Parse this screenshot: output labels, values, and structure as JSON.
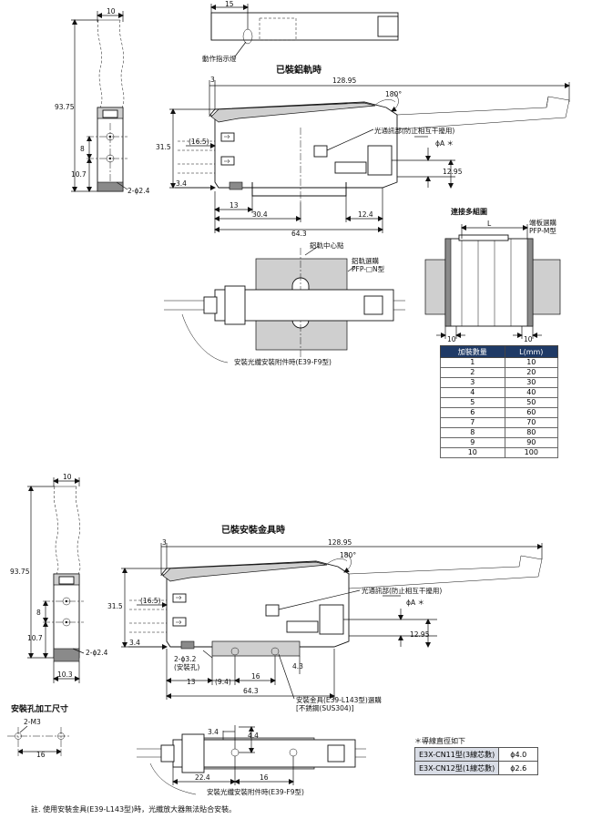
{
  "titles": {
    "rail_mount": "已裝鋁軌時",
    "bracket_mount": "已裝安裝金具時",
    "multi_group": "連接多組圖",
    "hole_machining": "安裝孔加工尺寸"
  },
  "labels": {
    "action_indicator": "動作指示燈",
    "optical_comm_1": "光通訊部(防止相互干擾用)",
    "optical_comm_2": "光通訊部(防止相互干擾用)",
    "phi_a_1": "ϕA ＊",
    "phi_a_2": "ϕA ＊",
    "rail_center": "鋁軌中心點",
    "rail_option": "鋁軌選購",
    "rail_model": "PFP-□N型",
    "end_plate": "端板選購",
    "end_plate_model": "PFP-M型",
    "fiber_fitting_1": "安裝光纖安裝附件時(E39-F9型)",
    "fiber_fitting_2": "安裝光纖安裝附件時(E39-F9型)",
    "mount_holes": "2-ϕ3.2",
    "mount_holes_sub": "(安裝孔)",
    "bracket_option": "安裝金具(E39-L143型)選購",
    "bracket_material": "[不銹鋼(SUS304)]",
    "holes_phi24_1": "2-ϕ2.4",
    "holes_phi24_2": "2-ϕ2.4",
    "m3": "2-M3",
    "angle_1": "180°",
    "angle_2": "180°",
    "l_label": "L"
  },
  "dims": {
    "d10_top": "10",
    "d9375_top": "93.75",
    "d8_top": "8",
    "d107_top": "10.7",
    "d15": "15",
    "d3_top": "3",
    "d12895_top": "128.95",
    "d315_top": "31.5",
    "d165_top": "(16.5)",
    "d34_top": "3.4",
    "d13_top": "13",
    "d304": "30.4",
    "d124": "12.4",
    "d643_top": "64.3",
    "d1295_top": "12.95",
    "d10_left": "10",
    "d10_right": "10",
    "d10_b": "10",
    "d9375_b": "93.75",
    "d8_b": "8",
    "d107_b": "10.7",
    "d103": "10.3",
    "d3_b": "3",
    "d12895_b": "128.95",
    "d315_b": "31.5",
    "d165_b": "(16.5)",
    "d34_b": "3.4",
    "d13_b": "13",
    "d94": "(9.4)",
    "d16_b": "16",
    "d43": "4.3",
    "d643_b": "64.3",
    "d1295_b": "12.95",
    "d16_hole": "16",
    "d34_c": "3.4",
    "d44": "4.4",
    "d224": "22.4",
    "d16_c": "16"
  },
  "qty_table": {
    "headers": [
      "加裝數量",
      "L(mm)"
    ],
    "rows": [
      [
        "1",
        "10"
      ],
      [
        "2",
        "20"
      ],
      [
        "3",
        "30"
      ],
      [
        "4",
        "40"
      ],
      [
        "5",
        "50"
      ],
      [
        "6",
        "60"
      ],
      [
        "7",
        "70"
      ],
      [
        "8",
        "80"
      ],
      [
        "9",
        "90"
      ],
      [
        "10",
        "100"
      ]
    ]
  },
  "cable_table": {
    "title": "＊導線直徑如下",
    "rows": [
      [
        "E3X-CN11型(3線芯數)",
        "ϕ4.0"
      ],
      [
        "E3X-CN12型(1線芯數)",
        "ϕ2.6"
      ]
    ]
  },
  "footnote": "註. 使用安裝金具(E39-L143型)時，光纖放大器無法貼合安裝。"
}
